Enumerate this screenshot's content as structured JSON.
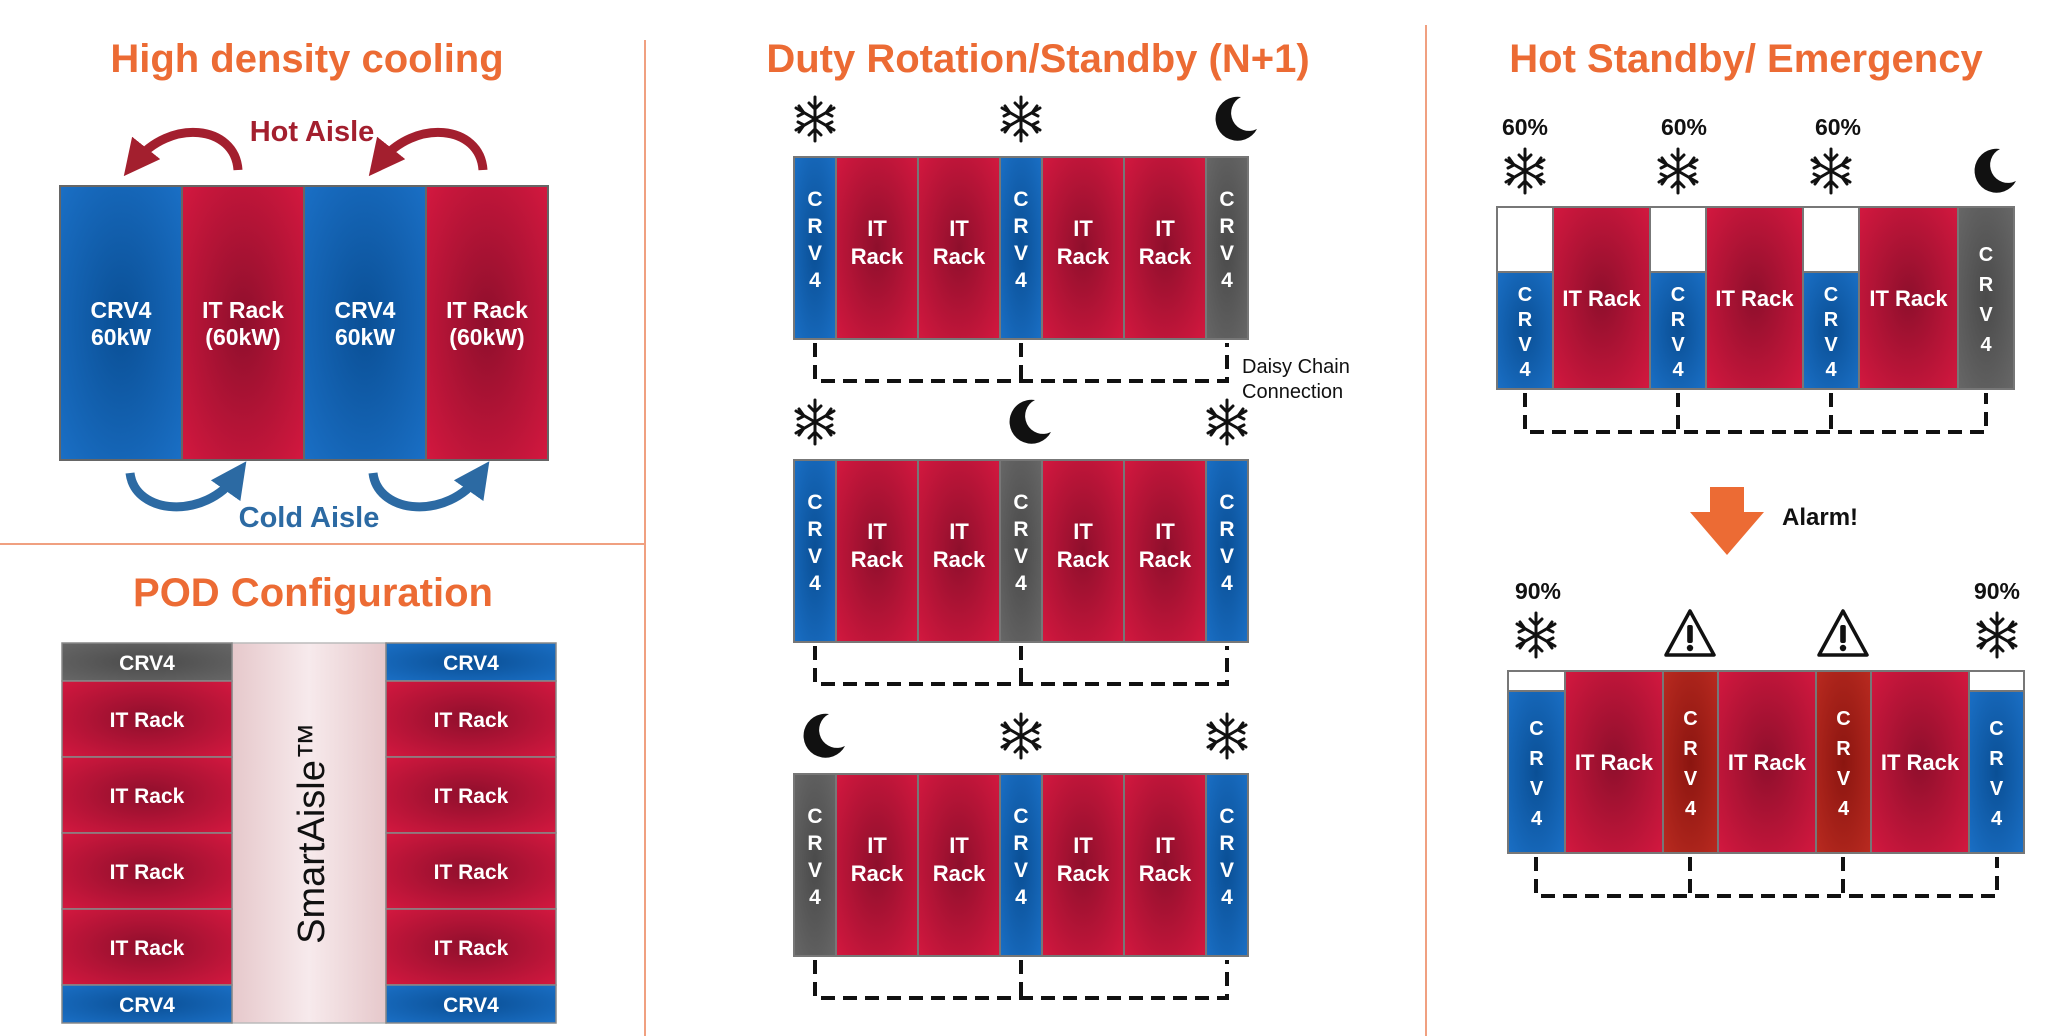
{
  "panel1": {
    "title": "High density cooling",
    "hot_aisle": "Hot Aisle",
    "cold_aisle": "Cold Aisle",
    "blocks": [
      {
        "line1": "CRV4",
        "line2": "60kW"
      },
      {
        "line1": "IT Rack",
        "line2": "(60kW)"
      },
      {
        "line1": "CRV4",
        "line2": "60kW"
      },
      {
        "line1": "IT Rack",
        "line2": "(60kW)"
      }
    ]
  },
  "panel2": {
    "title": "POD Configuration",
    "left_col": [
      "CRV4",
      "IT Rack",
      "IT Rack",
      "IT Rack",
      "IT Rack",
      "CRV4"
    ],
    "center": "SmartAisle™",
    "right_col": [
      "CRV4",
      "IT Rack",
      "IT Rack",
      "IT Rack",
      "IT Rack",
      "CRV4"
    ]
  },
  "panel3": {
    "title": "Duty Rotation/Standby (N+1)",
    "crv_letters": [
      "C",
      "R",
      "V",
      "4"
    ],
    "it_line1": "IT",
    "it_line2": "Rack",
    "daisy_line1": "Daisy Chain",
    "daisy_line2": "Connection"
  },
  "panel4": {
    "title": "Hot Standby/ Emergency",
    "top_percent": "60%",
    "alarm": "Alarm!",
    "bottom_percent": "90%",
    "it_label": "IT Rack",
    "crv_letters": [
      "C",
      "R",
      "V",
      "4"
    ]
  },
  "colors": {
    "accent_orange": "#ec6b34",
    "crv_blue": "#0f5fb0",
    "rack_red": "#b8143a",
    "standby_gray": "#555555",
    "alarm_red": "#a31a1a",
    "hot_aisle_red": "#a31f2e",
    "cold_aisle_blue": "#2c6aa3"
  }
}
